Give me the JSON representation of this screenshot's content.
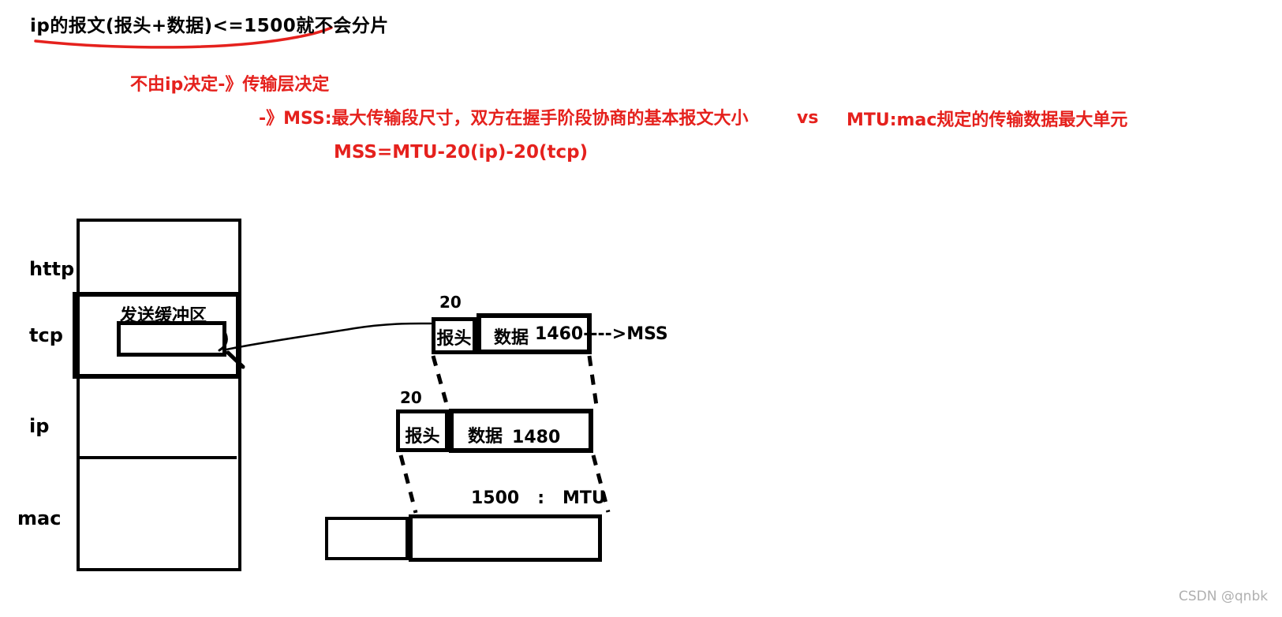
{
  "annotations": {
    "title": "ip的报文(报头+数据)<=1500就不会分片",
    "decided_by": "不由ip决定-》传输层决定",
    "mss_def": "-》MSS:最大传输段尺寸，双方在握手阶段协商的基本报文大小",
    "vs": "vs",
    "mtu_def": "MTU:mac规定的传输数据最大单元",
    "formula": "MSS=MTU-20(ip)-20(tcp)"
  },
  "stack": {
    "layers": [
      {
        "label": "http"
      },
      {
        "label": "tcp"
      },
      {
        "label": "ip"
      },
      {
        "label": "mac"
      }
    ],
    "send_buffer_label": "发送缓冲区"
  },
  "tcp_segment": {
    "header_size": "20",
    "header_label": "报头",
    "data_label": "数据",
    "mss_annotation": "1460---->MSS"
  },
  "ip_packet": {
    "header_size": "20",
    "header_label": "报头",
    "data_label": "数据",
    "size": "1480"
  },
  "mac_frame": {
    "mtu_annotation": "1500   :   MTU"
  },
  "watermark": {
    "text": "CSDN @qnbk"
  },
  "colors": {
    "ink": "#000000",
    "accent_red": "#e5211d",
    "watermark_gray": "#b0b0b0"
  }
}
